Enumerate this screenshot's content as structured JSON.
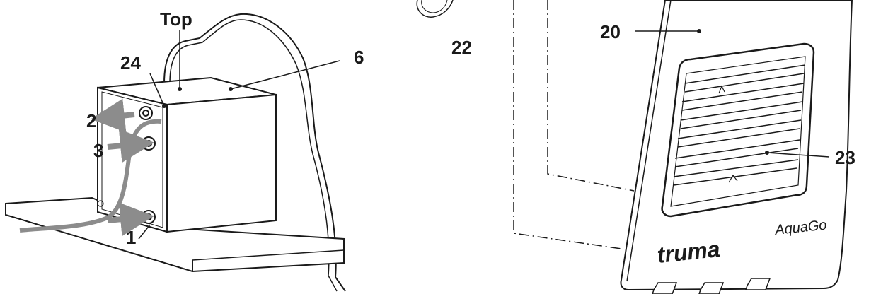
{
  "labels": {
    "top": "Top",
    "n24": "24",
    "n6": "6",
    "n2": "2",
    "n3": "3",
    "n1": "1",
    "n22": "22",
    "n20": "20",
    "n23": "23"
  },
  "branding": {
    "brand": "truma",
    "model": "AquaGo"
  },
  "colors": {
    "line": "#1a1a1a",
    "arrow": "#8c8c8c",
    "pipe": "#8c8c8c"
  }
}
